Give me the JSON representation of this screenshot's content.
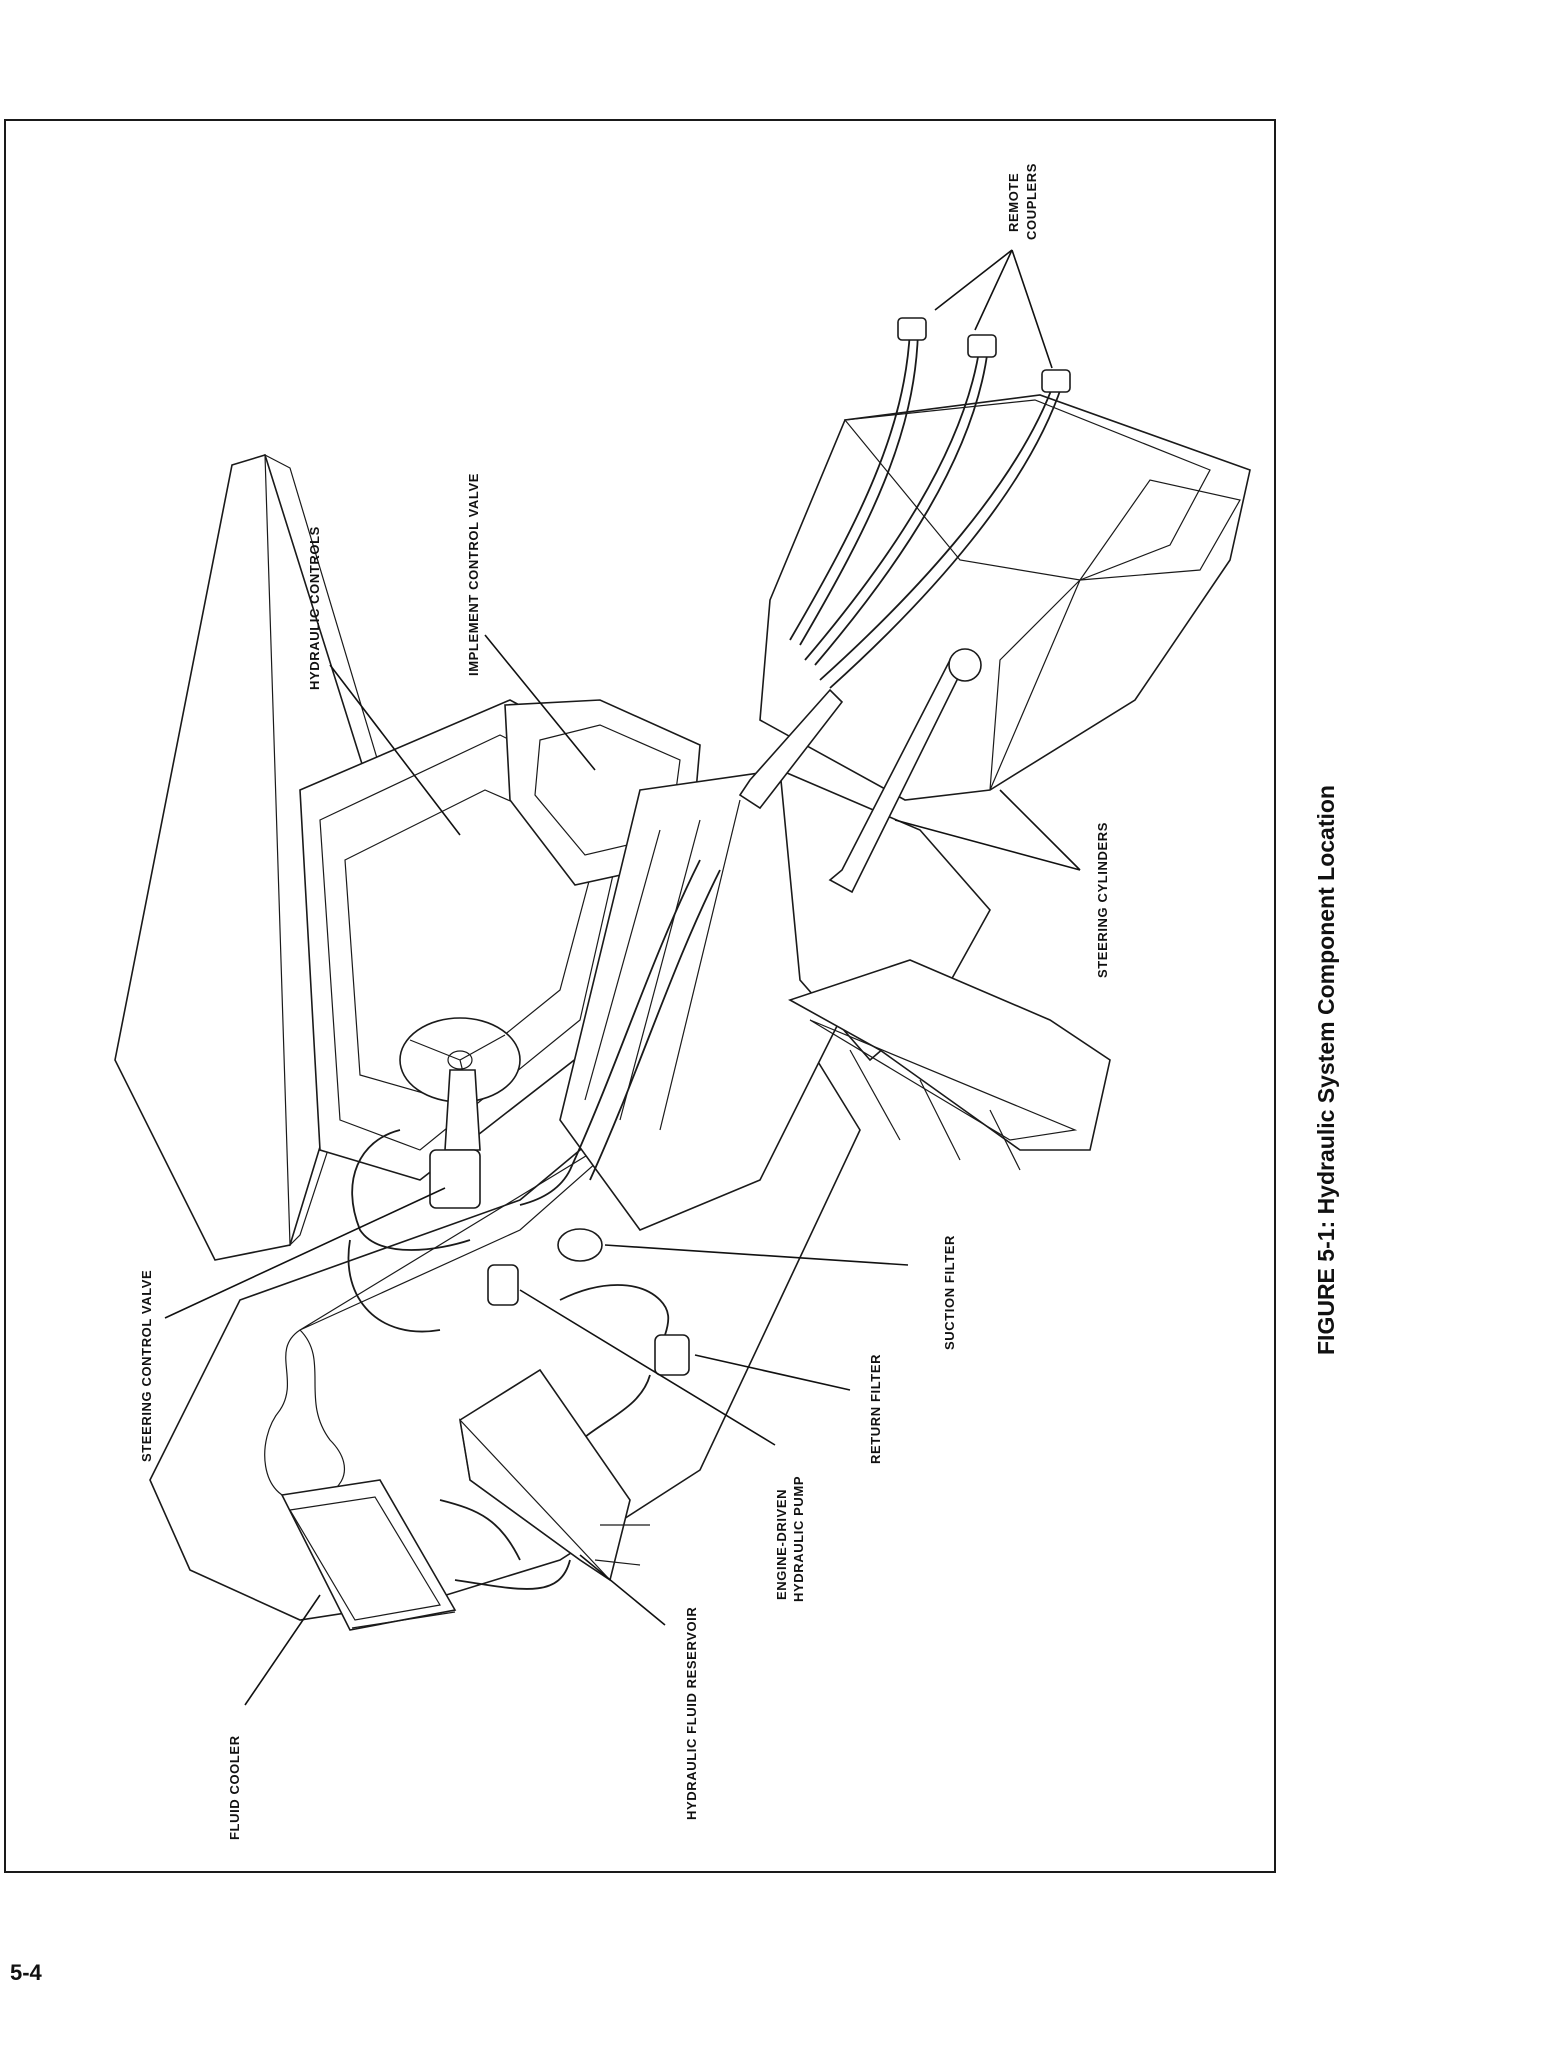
{
  "figure": {
    "caption": "FIGURE 5-1: Hydraulic System Component Location"
  },
  "labels": {
    "remote_couplers_1": "REMOTE",
    "remote_couplers_2": "COUPLERS",
    "hydraulic_controls": "HYDRAULIC CONTROLS",
    "implement_control_valve": "IMPLEMENT CONTROL VALVE",
    "steering_cylinders": "STEERING CYLINDERS",
    "steering_control_valve": "STEERING CONTROL VALVE",
    "suction_filter": "SUCTION FILTER",
    "return_filter": "RETURN FILTER",
    "engine_driven_pump_1": "ENGINE-DRIVEN",
    "engine_driven_pump_2": "HYDRAULIC PUMP",
    "hydraulic_fluid_reservoir": "HYDRAULIC FLUID RESERVOIR",
    "fluid_cooler": "FLUID COOLER"
  },
  "page": {
    "number": "5-4"
  },
  "colors": {
    "ink": "#111111",
    "paper": "#ffffff"
  }
}
